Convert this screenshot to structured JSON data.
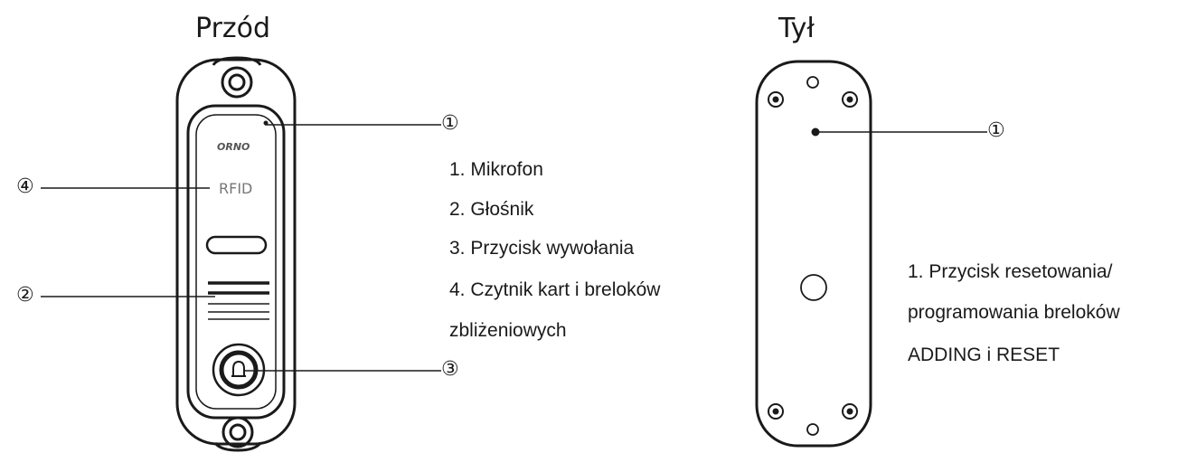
{
  "front": {
    "title": "Przód",
    "brand": "ORNO",
    "rfid": "RFID",
    "callouts": [
      "①",
      "④",
      "②",
      "③"
    ],
    "legend": [
      "1. Mikrofon",
      "2. Głośnik",
      "3. Przycisk wywołania",
      "4. Czytnik kart i breloków",
      "zbliżeniowych"
    ]
  },
  "back": {
    "title": "Tył",
    "callout": "①",
    "legend": [
      "1. Przycisk resetowania/",
      "programowania breloków",
      "ADDING i RESET"
    ]
  }
}
